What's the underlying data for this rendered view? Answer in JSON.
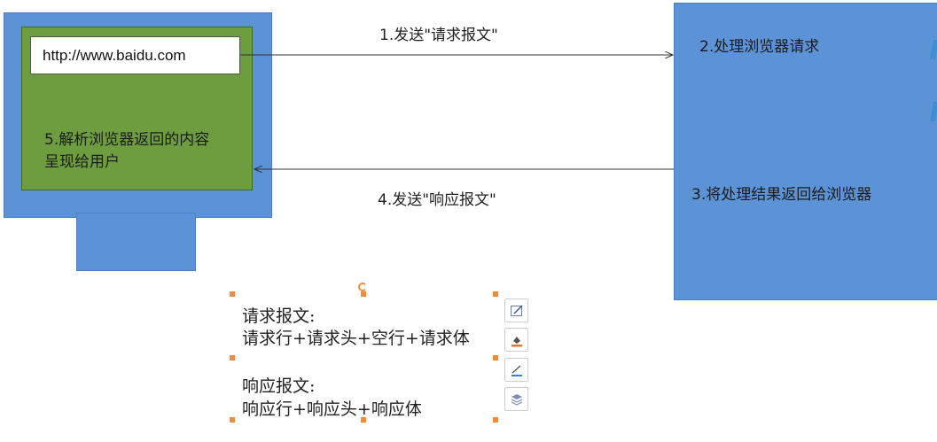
{
  "client": {
    "url": "http://www.baidu.com",
    "screen_text_lines": [
      "5.解析浏览器返回的内容",
      "呈现给用户"
    ]
  },
  "server": {
    "step2": "2.处理浏览器请求",
    "step3": "3.将处理结果返回给浏览器"
  },
  "arrows": {
    "request_label": "1.发送\"请求报文\"",
    "response_label": "4.发送\"响应报文\""
  },
  "textbox": {
    "request_title": "请求报文:",
    "request_body": "请求行+请求头+空行+请求体",
    "response_title": "响应报文:",
    "response_body": "响应行+响应头+响应体"
  },
  "toolbar": {
    "icons": [
      "edit-style-icon",
      "fill-color-icon",
      "line-color-icon",
      "layers-icon"
    ]
  },
  "colors": {
    "monitor_blue": "#5b93d6",
    "screen_green": "#6d9d3e",
    "handle_orange": "#f08a3c"
  }
}
